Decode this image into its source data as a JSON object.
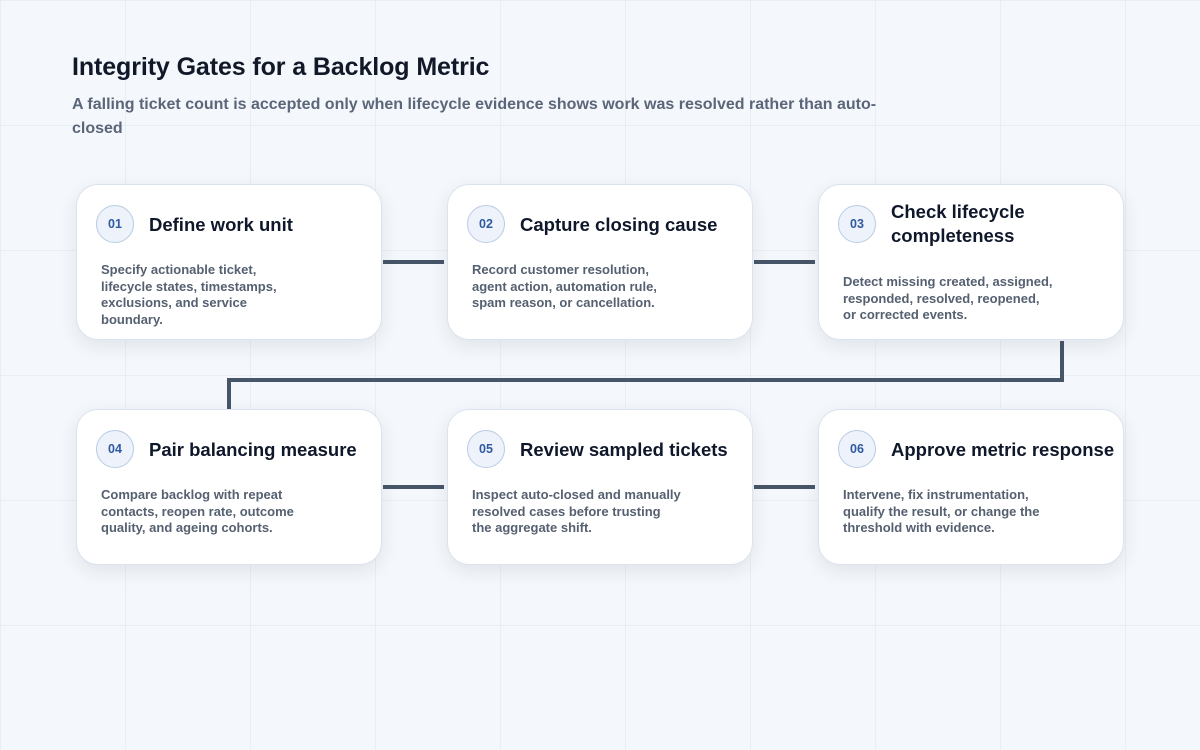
{
  "header": {
    "title": "Integrity Gates for a Backlog Metric",
    "subtitle": "A falling ticket count is accepted only when lifecycle evidence shows work was resolved rather than auto-closed"
  },
  "colors": {
    "background": "#f4f7fb",
    "card": "#ffffff",
    "connector": "#475569",
    "badge_text": "#2f5aa0",
    "badge_border": "#b9cbe5",
    "title_text": "#0f172a",
    "body_text": "#556070"
  },
  "steps": [
    {
      "number": "01",
      "title": "Define work unit",
      "description": "Specify actionable ticket, lifecycle states, timestamps, exclusions, and service boundary."
    },
    {
      "number": "02",
      "title": "Capture closing cause",
      "description": "Record customer resolution, agent action, automation rule, spam reason, or cancellation."
    },
    {
      "number": "03",
      "title": "Check lifecycle completeness",
      "description": "Detect missing created, assigned, responded, resolved, reopened, or corrected events."
    },
    {
      "number": "04",
      "title": "Pair balancing measure",
      "description": "Compare backlog with repeat contacts, reopen rate, outcome quality, and ageing cohorts."
    },
    {
      "number": "05",
      "title": "Review sampled tickets",
      "description": "Inspect auto-closed and manually resolved cases before trusting the aggregate shift."
    },
    {
      "number": "06",
      "title": "Approve metric response",
      "description": "Intervene, fix instrumentation, qualify the result, or change the threshold with evidence."
    }
  ]
}
